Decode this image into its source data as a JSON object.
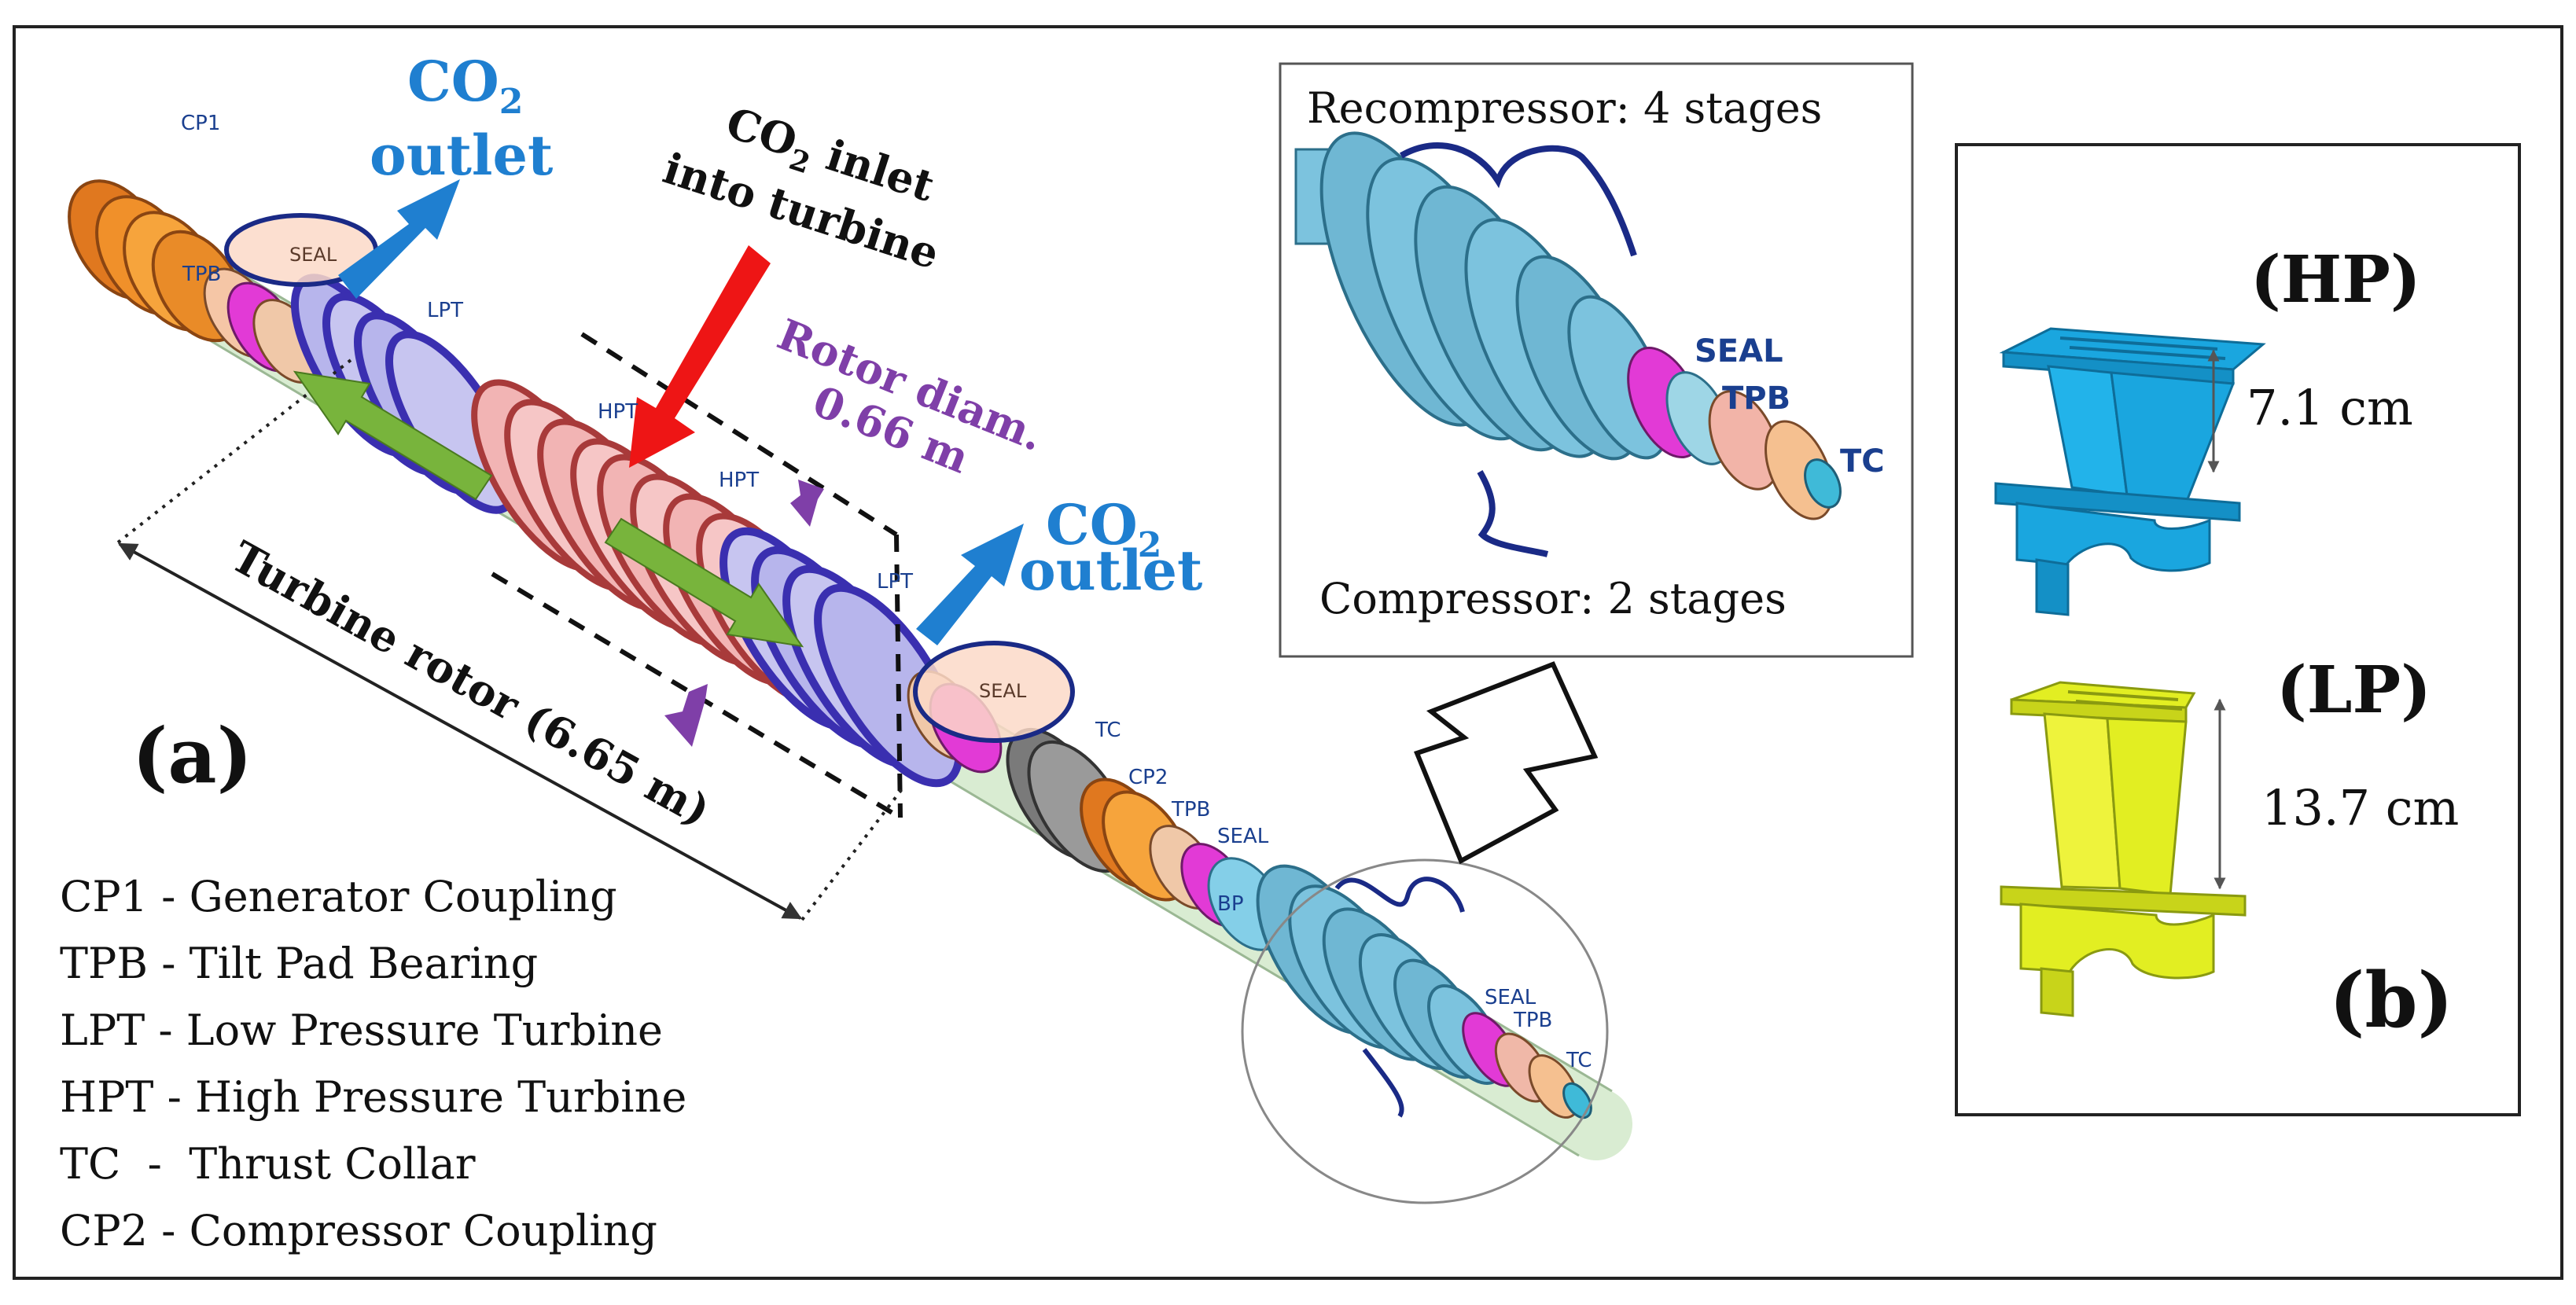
{
  "colors": {
    "accent_blue": "#1f7fd0",
    "accent_purple": "#7f3fa8",
    "arrow_red": "#ee1515",
    "arrow_green": "#78b43c",
    "blade_hp": "#1aa6df",
    "blade_lp": "#e2ee22",
    "seal_fill": "#fbd9c8",
    "ellipse_stroke": "#1a2a86",
    "leader_purple": "#7f3fa8"
  },
  "panel_a": {
    "label": "(a)",
    "outlet_top": {
      "co": "CO",
      "sub": "2",
      "word": "outlet"
    },
    "outlet_right": {
      "co": "CO",
      "sub": "2",
      "word": "outlet"
    },
    "inlet": {
      "co": "CO",
      "sub": "2",
      "rest": " inlet",
      "line2": "into turbine"
    },
    "rotor_diam": {
      "line1": "Rotor diam.",
      "line2": "0.66 m"
    },
    "rotor_length": "Turbine rotor (6.65 m)",
    "component_tags": {
      "cp1": "CP1",
      "tpb": "TPB",
      "seal": "SEAL",
      "lpt": "LPT",
      "hpt": "HPT",
      "tc": "TC",
      "cp2": "CP2",
      "bp": "BP"
    },
    "inset": {
      "recompressor": "Recompressor: 4 stages",
      "compressor": "Compressor: 2 stages",
      "seal": "SEAL",
      "tpb": "TPB",
      "tc": "TC"
    },
    "legend": [
      "CP1 - Generator Coupling",
      "TPB - Tilt Pad Bearing",
      "LPT - Low Pressure Turbine",
      "HPT - High Pressure Turbine",
      "TC  -  Thrust Collar",
      "CP2 - Compressor Coupling"
    ]
  },
  "panel_b": {
    "label": "(b)",
    "hp_label": "(HP)",
    "lp_label": "(LP)",
    "hp_height": "7.1 cm",
    "lp_height": "13.7 cm"
  }
}
